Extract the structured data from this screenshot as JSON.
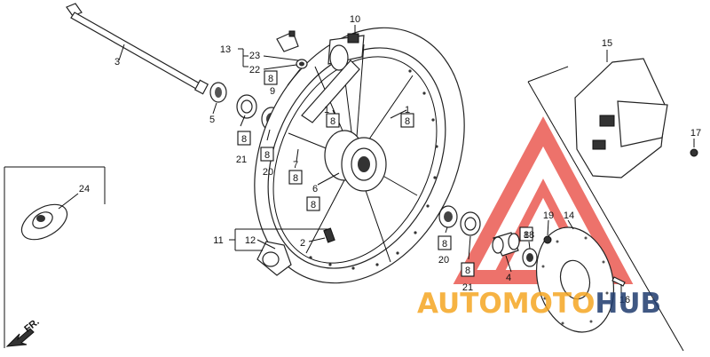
{
  "diagram": {
    "labels": {
      "p1a": "1",
      "p1b": "1",
      "p2": "2",
      "p3": "3",
      "p4": "4",
      "p5": "5",
      "p6": "6",
      "p7": "7",
      "p9": "9",
      "p10": "10",
      "p11": "11",
      "p12": "12",
      "p13": "13",
      "p14": "14",
      "p15": "15",
      "p16": "16",
      "p17": "17",
      "p18": "18",
      "p19": "19",
      "p20a": "20",
      "p20b": "20",
      "p21a": "21",
      "p21b": "21",
      "p22": "22",
      "p23": "23",
      "p24": "24"
    },
    "boxed": {
      "b8a": "8",
      "b8b": "8",
      "b8c": "8",
      "b8d": "8",
      "b8e": "8",
      "b8f": "8",
      "b8g": "8",
      "b8h": "8",
      "b8i": "8",
      "b8j": "8"
    },
    "direction": "FR."
  },
  "watermark": {
    "left": "AUTOMO",
    "mid": "TO",
    "right": "HUB",
    "orange": "#f5a623",
    "navy": "#1f3b6e",
    "red": "#e8443a"
  }
}
